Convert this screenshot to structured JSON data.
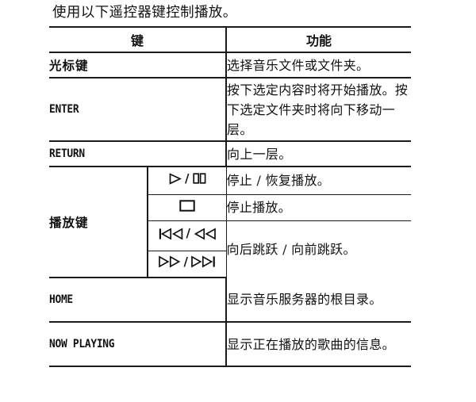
{
  "document": {
    "intro_text": "使用以下遥控器键控制播放。"
  },
  "table": {
    "headers": {
      "key": "键",
      "function": "功能"
    },
    "header_bg": "#e3e3e3",
    "border_color": "#1a1a1a",
    "rows": [
      {
        "key": "光标键",
        "key_script": "cn",
        "description": "选择音乐文件或文件夹。"
      },
      {
        "key": "ENTER",
        "key_script": "latin",
        "description": "按下选定内容时将开始播放。按下选定文件夹时将向下移动一层。"
      },
      {
        "key": "RETURN",
        "key_script": "latin",
        "description": "向上一层。"
      },
      {
        "key": "播放键",
        "key_script": "cn",
        "subrows": [
          {
            "symbol_label": "▷/❚❚",
            "symbol_name": "play-pause-icon",
            "description": "停止 / 恢复播放。"
          },
          {
            "symbol_label": "□",
            "symbol_name": "stop-icon",
            "description": "停止播放。"
          },
          {
            "symbol_label": "|◁◁ / ◁◁",
            "symbol_name": "skip-back-rewind-icon",
            "description": "向后跳跃 / 向前跳跃。"
          },
          {
            "symbol_label": "▷▷ / ▷▷|",
            "symbol_name": "fast-forward-skip-icon",
            "description": ""
          }
        ]
      },
      {
        "key": "HOME",
        "key_script": "latin",
        "description": "显示音乐服务器的根目录。"
      },
      {
        "key": "NOW PLAYING",
        "key_script": "latin",
        "description": "显示正在播放的歌曲的信息。"
      }
    ]
  }
}
